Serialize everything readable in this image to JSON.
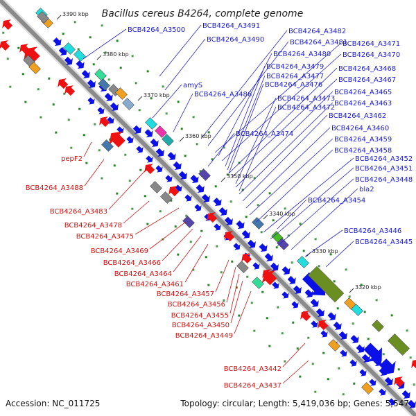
{
  "title": "Bacillus cereus B4264, complete genome",
  "accession": "Accession: NC_011725",
  "summary": "Topology: circular; Length: 5,419,036 bp; Genes: 5,547",
  "ticks": [
    "3390 kbp",
    "3380 kbp",
    "3370 kbp",
    "3360 kbp",
    "3350 kbp",
    "3340 kbp",
    "3330 kbp",
    "3320 kbp"
  ],
  "labels_plus": [
    "BCB4264_A3500",
    "BCB4264_A3491",
    "BCB4264_A3490",
    "BCB4264_A3482",
    "BCB4264_A3481",
    "BCB4264_A3471",
    "BCB4264_A3480",
    "BCB4264_A3470",
    "BCB4264_A3479",
    "BCB4264_A3468",
    "BCB4264_A3477",
    "BCB4264_A3467",
    "amyS",
    "BCB4264_A3476",
    "BCB4264_A3486",
    "BCB4264_A3465",
    "BCB4264_A3473",
    "BCB4264_A3463",
    "BCB4264_A3472",
    "BCB4264_A3462",
    "BCB4264_A3474",
    "BCB4264_A3460",
    "BCB4264_A3459",
    "BCB4264_A3458",
    "BCB4264_A3452",
    "BCB4264_A3451",
    "BCB4264_A3448",
    "bla2",
    "BCB4264_A3454",
    "BCB4264_A3446",
    "BCB4264_A3445"
  ],
  "labels_minus": [
    "pepF2",
    "BCB4264_A3488",
    "BCB4264_A3483",
    "BCB4264_A3478",
    "BCB4264_A3475",
    "BCB4264_A3469",
    "BCB4264_A3466",
    "BCB4264_A3464",
    "BCB4264_A3461",
    "BCB4264_A3457",
    "BCB4264_A3456",
    "BCB4264_A3455",
    "BCB4264_A3450",
    "BCB4264_A3449",
    "BCB4264_A3442",
    "BCB4264_A3437"
  ],
  "colors": {
    "backbone": "#8a8a8a",
    "plus_cds": "#0b10e6",
    "minus_cds": "#ee1111",
    "blue_label": "#1a1acc",
    "red_label": "#cc1111",
    "green_dot": "#228822"
  }
}
